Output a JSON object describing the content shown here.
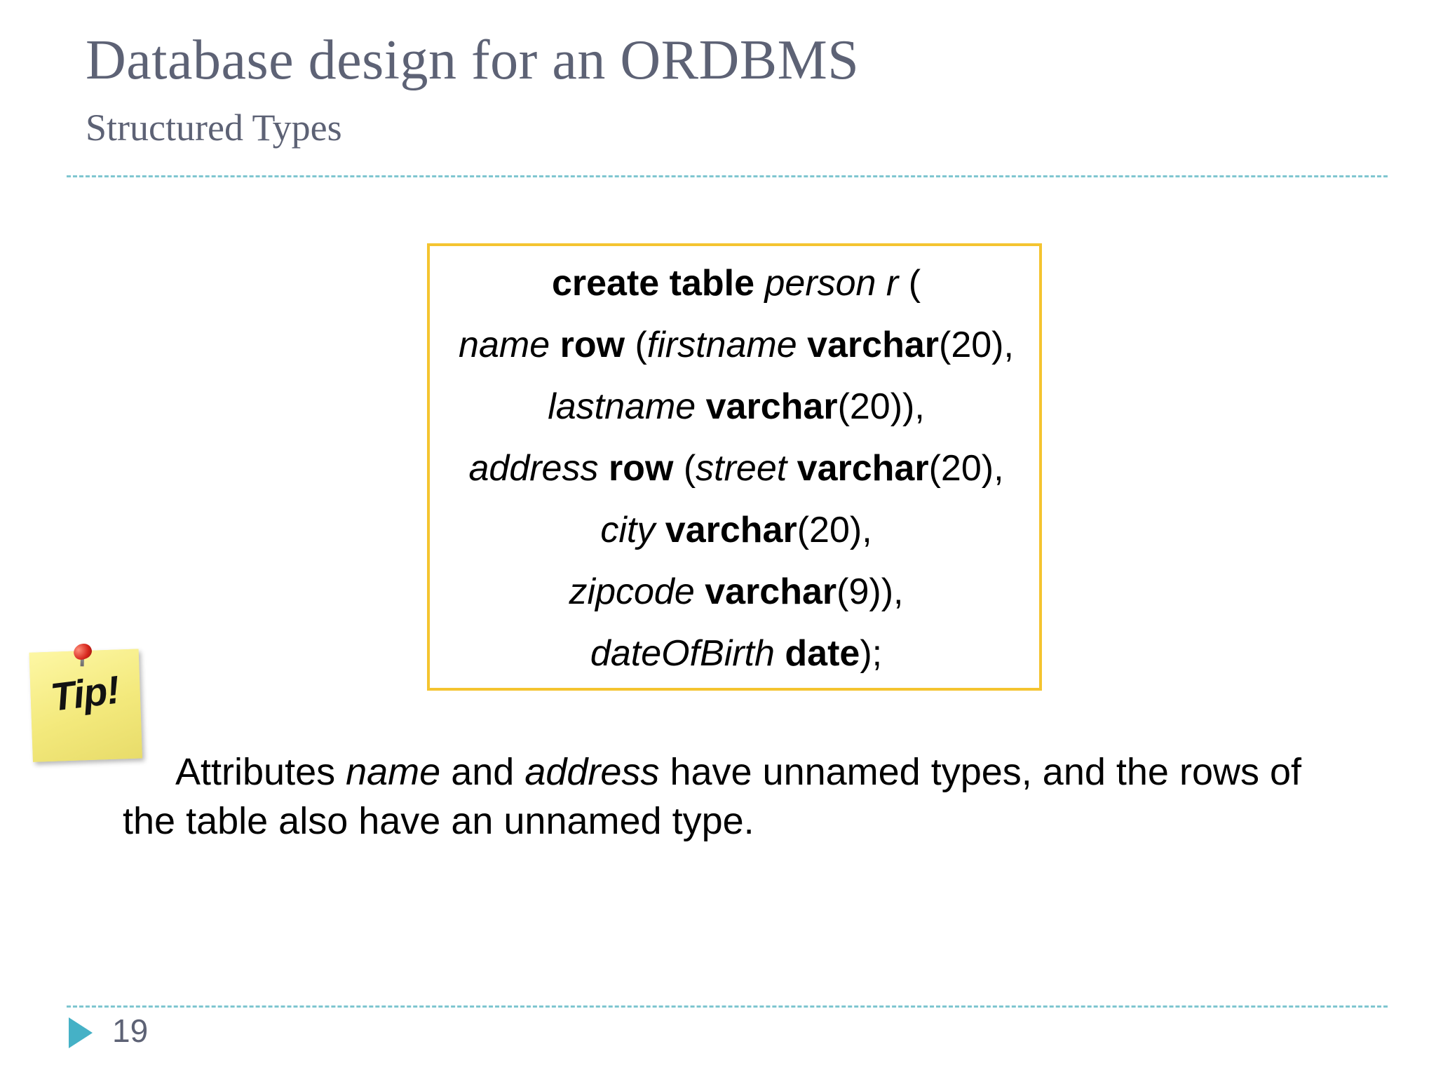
{
  "slide": {
    "title": "Database design for an ORDBMS",
    "subtitle": "Structured Types",
    "page_number": "19",
    "accent_colors": {
      "title_text": "#5d6275",
      "divider": "#7fc6d0",
      "code_box_border": "#f4c430",
      "footer_marker": "#45b1c6",
      "sticky_note": "#f3e97c",
      "pushpin": "#d6261c"
    }
  },
  "code_block": {
    "lines": [
      {
        "parts": [
          {
            "text": "create table ",
            "style": "bold"
          },
          {
            "text": "person r",
            "style": "italic"
          },
          {
            "text": " (",
            "style": "normal"
          }
        ]
      },
      {
        "parts": [
          {
            "text": "name",
            "style": "italic"
          },
          {
            "text": " ",
            "style": "normal"
          },
          {
            "text": "row",
            "style": "bold"
          },
          {
            "text": " (",
            "style": "normal"
          },
          {
            "text": "firstname",
            "style": "italic"
          },
          {
            "text": " ",
            "style": "normal"
          },
          {
            "text": "varchar",
            "style": "bold"
          },
          {
            "text": "(20),",
            "style": "normal"
          }
        ]
      },
      {
        "parts": [
          {
            "text": "lastname",
            "style": "italic"
          },
          {
            "text": " ",
            "style": "normal"
          },
          {
            "text": "varchar",
            "style": "bold"
          },
          {
            "text": "(20)),",
            "style": "normal"
          }
        ]
      },
      {
        "parts": [
          {
            "text": "address",
            "style": "italic"
          },
          {
            "text": " ",
            "style": "normal"
          },
          {
            "text": "row",
            "style": "bold"
          },
          {
            "text": " (",
            "style": "normal"
          },
          {
            "text": "street",
            "style": "italic"
          },
          {
            "text": " ",
            "style": "normal"
          },
          {
            "text": "varchar",
            "style": "bold"
          },
          {
            "text": "(20),",
            "style": "normal"
          }
        ]
      },
      {
        "parts": [
          {
            "text": "city",
            "style": "italic"
          },
          {
            "text": " ",
            "style": "normal"
          },
          {
            "text": "varchar",
            "style": "bold"
          },
          {
            "text": "(20),",
            "style": "normal"
          }
        ]
      },
      {
        "parts": [
          {
            "text": "zipcode",
            "style": "italic"
          },
          {
            "text": " ",
            "style": "normal"
          },
          {
            "text": "varchar",
            "style": "bold"
          },
          {
            "text": "(9)),",
            "style": "normal"
          }
        ]
      },
      {
        "parts": [
          {
            "text": "dateOfBirth",
            "style": "italic"
          },
          {
            "text": " ",
            "style": "normal"
          },
          {
            "text": "date",
            "style": "bold"
          },
          {
            "text": ");",
            "style": "normal"
          }
        ]
      }
    ]
  },
  "tip_note": {
    "label": "Tip!"
  },
  "body_paragraph": {
    "parts": [
      {
        "text": "Attributes ",
        "style": "normal"
      },
      {
        "text": "name",
        "style": "italic"
      },
      {
        "text": " and ",
        "style": "normal"
      },
      {
        "text": "address",
        "style": "italic"
      },
      {
        "text": " have unnamed types, and the rows of the table also have an unnamed type.",
        "style": "normal"
      }
    ]
  }
}
